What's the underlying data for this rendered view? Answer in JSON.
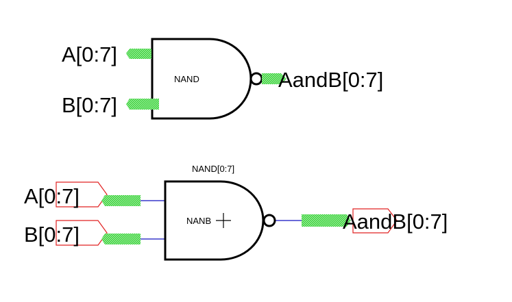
{
  "diagram": {
    "symbol_view": {
      "gate_type": "NAND",
      "inputs": [
        "A[0:7]",
        "B[0:7]"
      ],
      "output": "AandB[0:7]"
    },
    "schematic_view": {
      "instance_name": "NAND[0:7]",
      "gate_type": "NANB",
      "inputs": [
        "A[0:7]",
        "B[0:7]"
      ],
      "output": "AandB[0:7]"
    }
  },
  "colors": {
    "outline": "#000000",
    "pin_highlight": "#66e066",
    "wire": "#1010c0",
    "port_outline": "#e02020"
  }
}
